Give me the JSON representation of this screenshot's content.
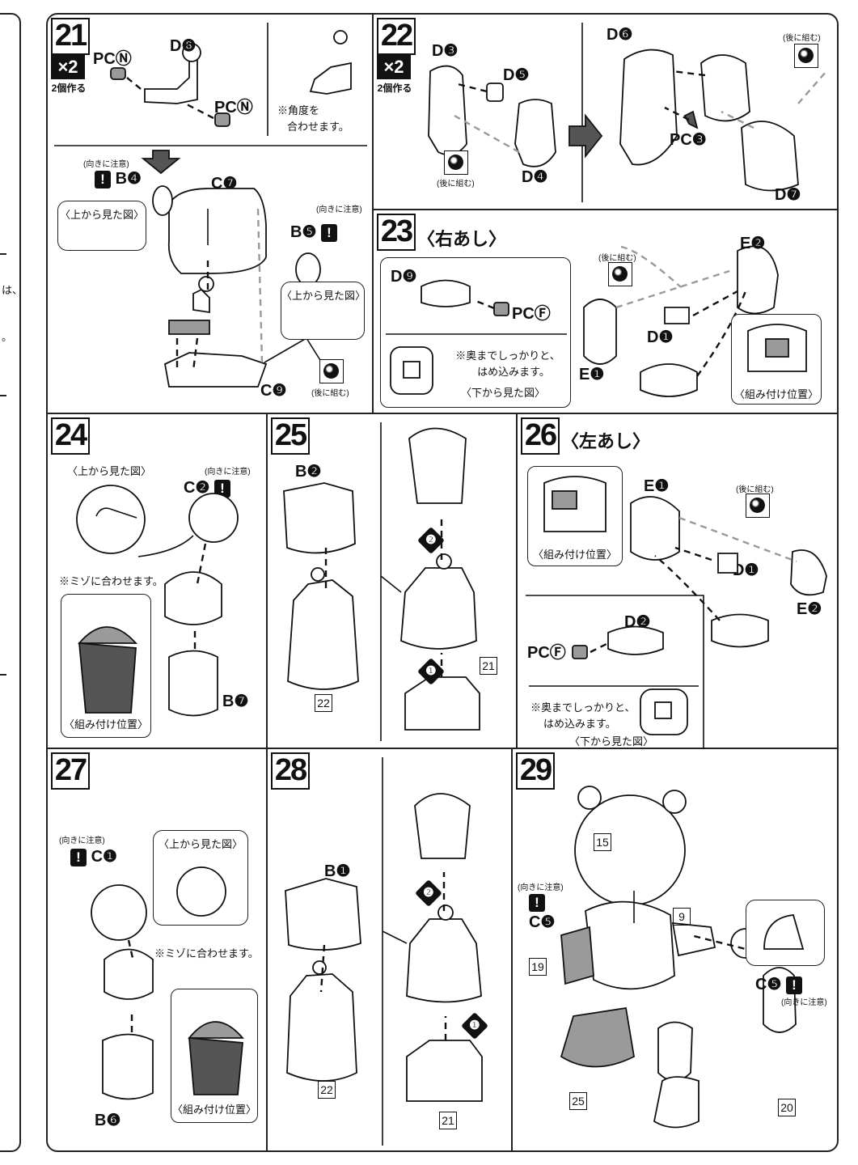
{
  "edge_text": [
    "は、",
    "。"
  ],
  "steps": {
    "s21": {
      "num": "21",
      "mult": "×2",
      "mult_sub": "2個作る",
      "labels": {
        "pcn1": "PCⓃ",
        "d8": "D❽",
        "pcn2": "PCⓃ",
        "b4": "B❹",
        "c7": "C❼",
        "b5": "B❺",
        "c9": "C❾"
      },
      "angle_note_1": "※角度を",
      "angle_note_2": "合わせます。",
      "caution": "(向きに注意)",
      "caution2": "(向きに注意)",
      "top_view": "〈上から見た図〉",
      "top_view2": "〈上から見た図〉",
      "later": "(後に組む)"
    },
    "s22": {
      "num": "22",
      "mult": "×2",
      "mult_sub": "2個作る",
      "labels": {
        "d3": "D❸",
        "d5": "D❺",
        "d4": "D❹",
        "d6": "D❻",
        "pcb": "PC❸",
        "d7": "D❼"
      },
      "later1": "(後に組む)",
      "later2": "(後に組む)"
    },
    "s23": {
      "num": "23",
      "title": "〈右あし〉",
      "labels": {
        "d9": "D❾",
        "pcf": "PCⒻ",
        "e1": "E❶",
        "d1": "D❶",
        "e2": "E❷"
      },
      "note1": "※奥までしっかりと、",
      "note2": "はめ込みます。",
      "bottom_view": "〈下から見た図〉",
      "position": "〈組み付け位置〉",
      "later": "(後に組む)"
    },
    "s24": {
      "num": "24",
      "labels": {
        "c2": "C❷",
        "b7": "B❼"
      },
      "caution": "(向きに注意)",
      "top_view": "〈上から見た図〉",
      "groove_note": "※ミゾに合わせます。",
      "position": "〈組み付け位置〉"
    },
    "s25": {
      "num": "25",
      "labels": {
        "b2": "B❷"
      },
      "refs": [
        "22",
        "21"
      ],
      "steps": [
        "❶",
        "❷"
      ]
    },
    "s26": {
      "num": "26",
      "title": "〈左あし〉",
      "labels": {
        "e1": "E❶",
        "d1": "D❶",
        "e2": "E❷",
        "d2": "D❷",
        "pcf": "PCⒻ"
      },
      "position": "〈組み付け位置〉",
      "later": "(後に組む)",
      "note1": "※奥までしっかりと、",
      "note2": "はめ込みます。",
      "bottom_view": "〈下から見た図〉"
    },
    "s27": {
      "num": "27",
      "labels": {
        "c1": "C❶",
        "b6": "B❻"
      },
      "caution": "(向きに注意)",
      "top_view": "〈上から見た図〉",
      "groove_note": "※ミゾに合わせます。",
      "position": "〈組み付け位置〉"
    },
    "s28": {
      "num": "28",
      "labels": {
        "b1": "B❶"
      },
      "refs": [
        "22",
        "21"
      ],
      "steps": [
        "❶",
        "❷"
      ]
    },
    "s29": {
      "num": "29",
      "labels": {
        "c5a": "C❺",
        "c5b": "C❺"
      },
      "caution": "(向きに注意)",
      "caution2": "(向きに注意)",
      "refs": [
        "15",
        "9",
        "19",
        "25",
        "20"
      ]
    }
  }
}
